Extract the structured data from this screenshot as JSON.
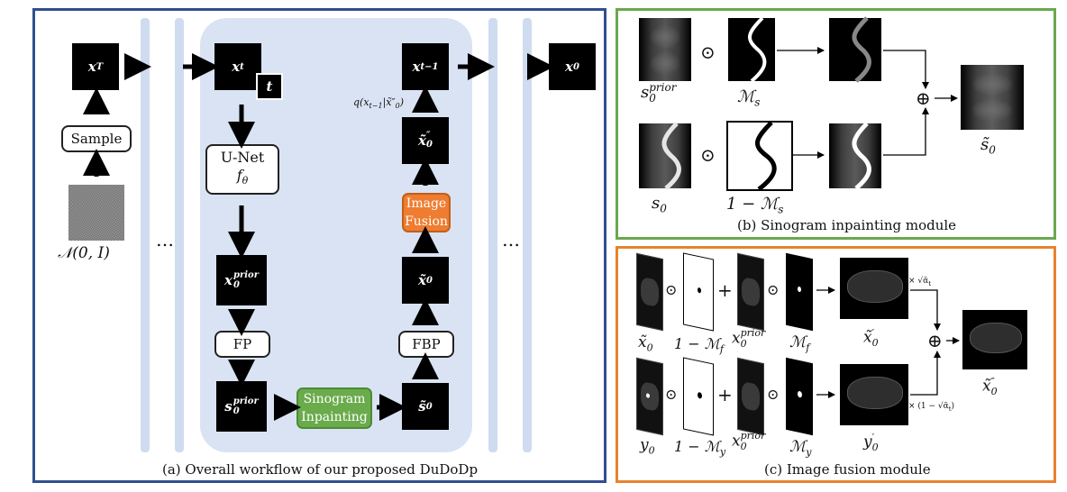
{
  "panel_a": {
    "caption": "(a) Overall workflow of our proposed DuDoDp",
    "x_T": "x",
    "x_T_sub": "T",
    "sample_label": "Sample",
    "noise_label": "𝒩(0, I)",
    "ellipsis_left": "…",
    "ellipsis_right": "…",
    "x_t": "x",
    "x_t_sub": "t",
    "t_label": "t",
    "unet_line1": "U-Net",
    "unet_line2": "f",
    "unet_sub": "θ",
    "x_prior": "x",
    "x_prior_sup": "prior",
    "x_prior_sub": "0",
    "fp_label": "FP",
    "s_prior": "s",
    "s_prior_sup": "prior",
    "s_prior_sub": "0",
    "sinogram_inpainting_line1": "Sinogram",
    "sinogram_inpainting_line2": "Inpainting",
    "s_tilde": "s̃",
    "s_tilde_sub": "0",
    "fbp_label": "FBP",
    "x_tilde": "x̃",
    "x_tilde_sub": "0",
    "image_fusion_line1": "Image",
    "image_fusion_line2": "Fusion",
    "x_tilde_pp": "x̃",
    "x_tilde_pp_sub": "0",
    "x_tilde_pp_sup": "″",
    "q_label": "q(x",
    "q_sub": "t−1",
    "q_rest": "|x̃″",
    "q_rest_sub": "0",
    "q_close": ")",
    "x_tm1": "x",
    "x_tm1_sub": "t−1",
    "x_0": "x",
    "x_0_sub": "0"
  },
  "panel_b": {
    "caption": "(b) Sinogram inpainting module",
    "odot": "⊙",
    "oplus": "⊕",
    "s0_prior": "s",
    "s0_prior_sup": "prior",
    "s0_prior_sub": "0",
    "mask_s": "ℳ",
    "mask_s_sub": "s",
    "s0": "s",
    "s0_sub": "0",
    "one_minus_mask": "1 − ℳ",
    "one_minus_mask_sub": "s",
    "s_tilde_out": "s̃",
    "s_tilde_out_sub": "0"
  },
  "panel_c": {
    "caption": "(c) Image fusion module",
    "odot": "⊙",
    "plus": "+",
    "oplus": "⊕",
    "x_tilde0": "x̃",
    "x_tilde0_sub": "0",
    "one_minus_mf": "1 − ℳ",
    "one_minus_mf_sub": "f",
    "x_prior": "x",
    "x_prior_sup": "prior",
    "x_prior_sub": "0",
    "mf": "ℳ",
    "mf_sub": "f",
    "x_tilde_prime": "x̃",
    "x_tilde_prime_sub": "0",
    "x_tilde_prime_sup": "′",
    "y0": "y",
    "y0_sub": "0",
    "one_minus_my": "1 − ℳ",
    "one_minus_my_sub": "y",
    "my": "ℳ",
    "my_sub": "y",
    "y_prime": "y",
    "y_prime_sub": "0",
    "y_prime_sup": "′",
    "weight_top": "× √ᾱ",
    "weight_top_sub": "t",
    "weight_bottom": "× (1 − √ᾱ",
    "weight_bottom_sub": "t",
    "weight_bottom_close": ")",
    "out": "x̃",
    "out_sub": "0",
    "out_sup": "″"
  },
  "colors": {
    "panel_a_border": "#2f4f8f",
    "panel_b_border": "#6aa84f",
    "panel_c_border": "#e8822e",
    "inner_bg": "#d9e3f3",
    "image_fusion": "#ee7d31",
    "sinogram_inpainting": "#6aab4c"
  }
}
